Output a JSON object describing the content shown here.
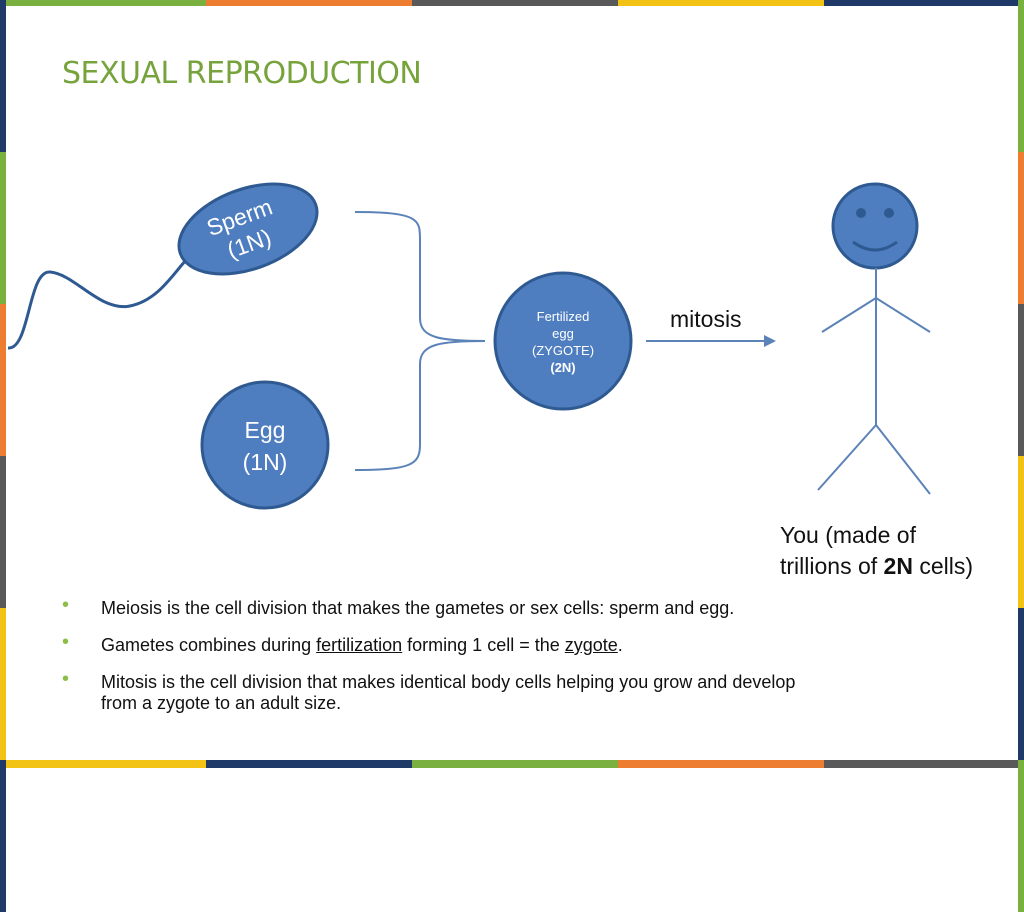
{
  "slide": {
    "title": "SEXUAL REPRODUCTION",
    "colors": {
      "title": "#77a33c",
      "cell_fill": "#4f7ec0",
      "cell_stroke": "#2f5a91",
      "line": "#5b83b8",
      "face_fill": "#4f7ec0",
      "bullet": "#8bbd47"
    },
    "stripe_colors": [
      "#7ab040",
      "#ed7d31",
      "#595959",
      "#f2c314",
      "#1f3a68"
    ]
  },
  "diagram": {
    "sperm": {
      "line1": "Sperm",
      "line2": "(1N)"
    },
    "egg": {
      "line1": "Egg",
      "line2": "(1N)"
    },
    "zygote": {
      "line1": "Fertilized",
      "line2": "egg",
      "line3": "(ZYGOTE)",
      "line4": "(2N)"
    },
    "arrow_label": "mitosis",
    "you": {
      "part1": "You (made of",
      "part2": "trillions of ",
      "bold": "2N",
      "part3": " cells)"
    }
  },
  "bullets": {
    "b1": "Meiosis is the cell division that makes the gametes or sex cells: sperm and egg.",
    "b2_pre": "Gametes combines during ",
    "b2_u1": "fertilization",
    "b2_mid": " forming 1 cell = the ",
    "b2_u2": "zygote",
    "b2_post": ".",
    "b3_line1": "Mitosis is the cell division that makes identical body cells helping you grow and develop",
    "b3_line2": "from a zygote to an adult size.",
    "marker": "•"
  }
}
